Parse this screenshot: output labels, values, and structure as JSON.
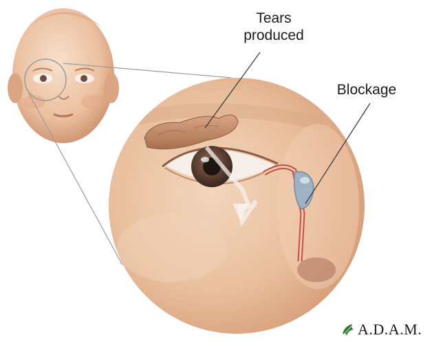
{
  "labels": {
    "tears_produced": "Tears\nproduced",
    "blockage": "Blockage"
  },
  "logo": {
    "text": "A.D.A.M.",
    "mark_color": "#2e7d32"
  },
  "colors": {
    "skin_light": "#f4d9c2",
    "skin_mid": "#e8b996",
    "skin_shadow": "#c98c6a",
    "gland": "#c18a68",
    "duct_red": "#c0392b",
    "blockage_gray": "#9fb2c2"
  }
}
